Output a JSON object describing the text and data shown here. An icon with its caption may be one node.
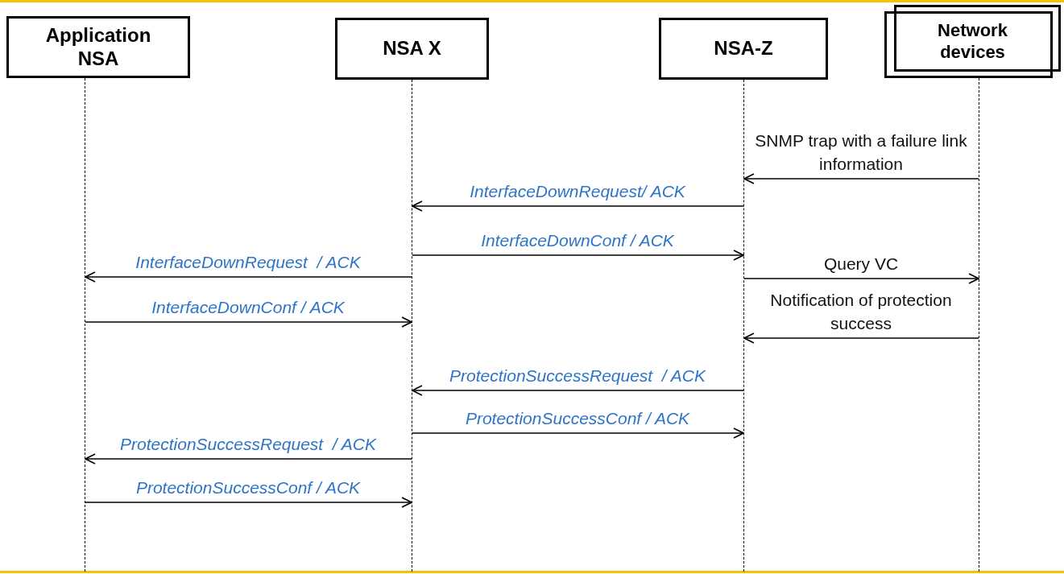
{
  "diagram": {
    "nodes": [
      {
        "text": [
          "Application NSA"
        ]
      },
      {
        "text": [
          "NSA X"
        ]
      },
      {
        "text": [
          "NSA-Z"
        ]
      },
      {
        "text": [
          "Network devices"
        ]
      },
      {
        "text": [],
        "shape": "line"
      },
      {
        "text": [],
        "shape": "line"
      },
      {
        "text": [],
        "shape": "line"
      },
      {
        "text": [],
        "shape": "line"
      }
    ],
    "edges": [
      {
        "from": 7,
        "to": 6,
        "arrow": "to",
        "label": "SNMP trap with a failure link information"
      },
      {
        "from": 6,
        "to": 5,
        "arrow": "to",
        "label": "InterfaceDownRequest/ ACK"
      },
      {
        "from": 5,
        "to": 6,
        "arrow": "to",
        "label": "InterfaceDownConf / ACK"
      },
      {
        "from": 5,
        "to": 4,
        "arrow": "to",
        "label": "InterfaceDownRequest  / ACK"
      },
      {
        "from": 6,
        "to": 7,
        "arrow": "to",
        "label": "Query VC"
      },
      {
        "from": 4,
        "to": 5,
        "arrow": "to",
        "label": "InterfaceDownConf / ACK"
      },
      {
        "from": 7,
        "to": 6,
        "arrow": "to",
        "label": "Notification of protection success"
      },
      {
        "from": 6,
        "to": 5,
        "arrow": "to",
        "label": "ProtectionSuccessRequest  / ACK"
      },
      {
        "from": 5,
        "to": 6,
        "arrow": "to",
        "label": "ProtectionSuccessConf / ACK"
      },
      {
        "from": 5,
        "to": 4,
        "arrow": "to",
        "label": "ProtectionSuccessRequest  / ACK"
      },
      {
        "from": 4,
        "to": 5,
        "arrow": "to",
        "label": "ProtectionSuccessConf / ACK"
      }
    ]
  }
}
